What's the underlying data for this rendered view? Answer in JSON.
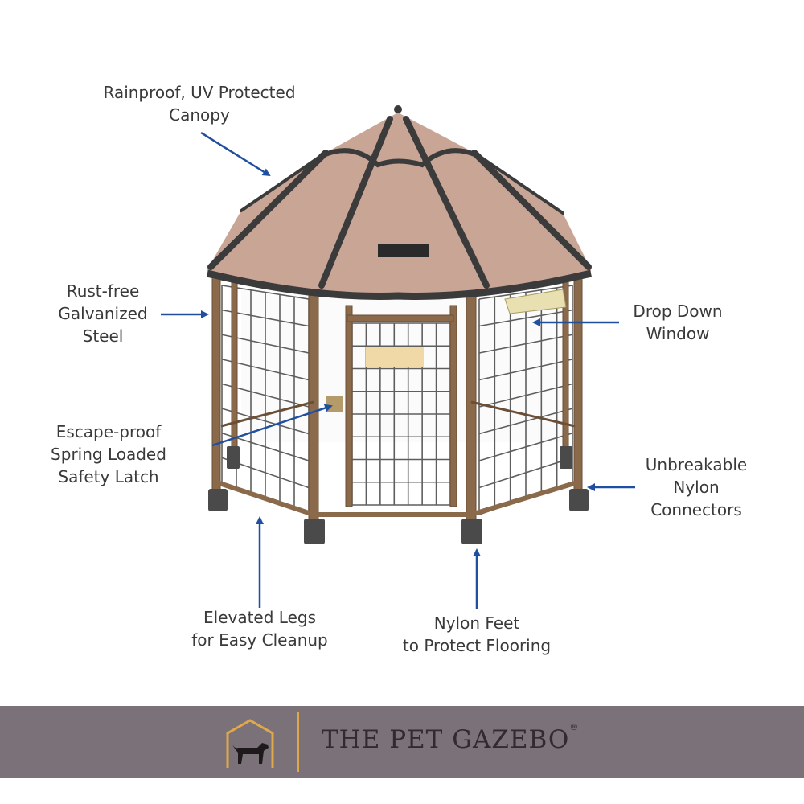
{
  "callouts": {
    "canopy": [
      "Rainproof, UV Protected",
      "Canopy"
    ],
    "steel": [
      "Rust-free",
      "Galvanized",
      "Steel"
    ],
    "window": [
      "Drop Down",
      "Window"
    ],
    "latch": [
      "Escape-proof",
      "Spring Loaded",
      "Safety Latch"
    ],
    "connectors": [
      "Unbreakable",
      "Nylon",
      "Connectors"
    ],
    "legs": [
      "Elevated Legs",
      "for Easy Cleanup"
    ],
    "feet": [
      "Nylon Feet",
      "to Protect Flooring"
    ]
  },
  "footer": {
    "brand": "THE PET GAZEBO",
    "trademark": "®",
    "logo_icon": "dog-in-house-icon"
  },
  "colors": {
    "arrow": "#1f4fa0",
    "canopy": "#c9a596",
    "trim": "#3b3b3b",
    "frame": "#8a6a4a",
    "footer_bg": "#7b7179",
    "logo_gold": "#e0a84a"
  }
}
